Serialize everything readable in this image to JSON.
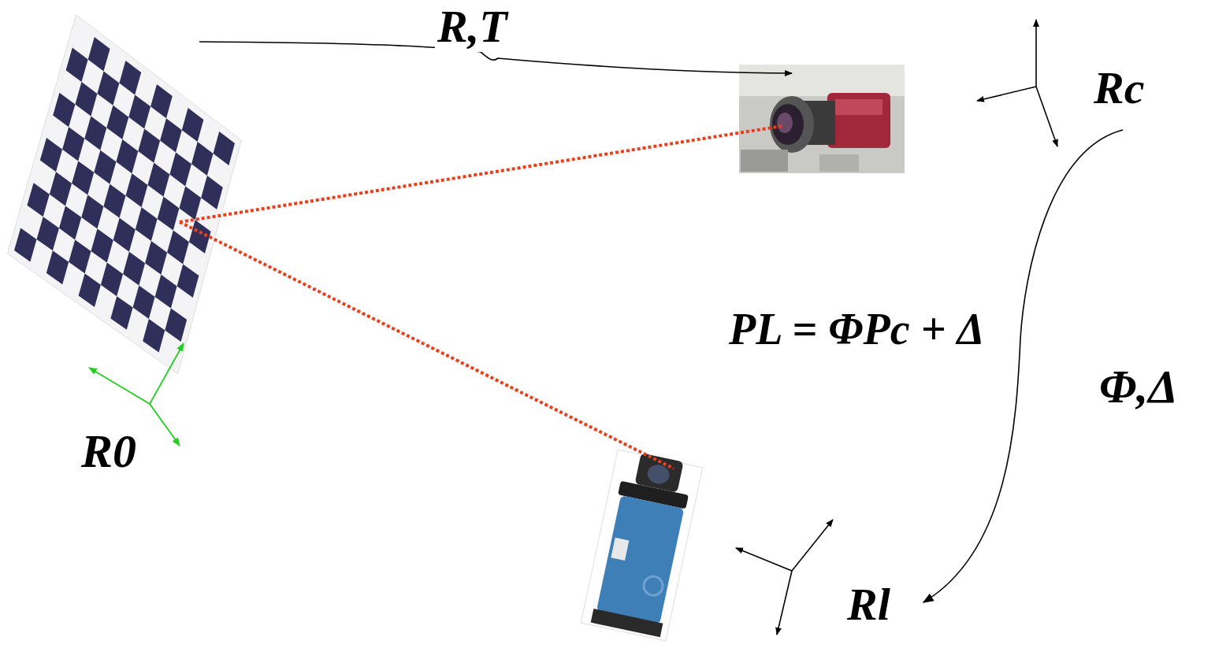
{
  "diagram": {
    "labels": [
      "R,T",
      "Rc",
      "PL = ΦPc + Δ",
      "Φ,Δ",
      "R0",
      "Rl"
    ]
  }
}
